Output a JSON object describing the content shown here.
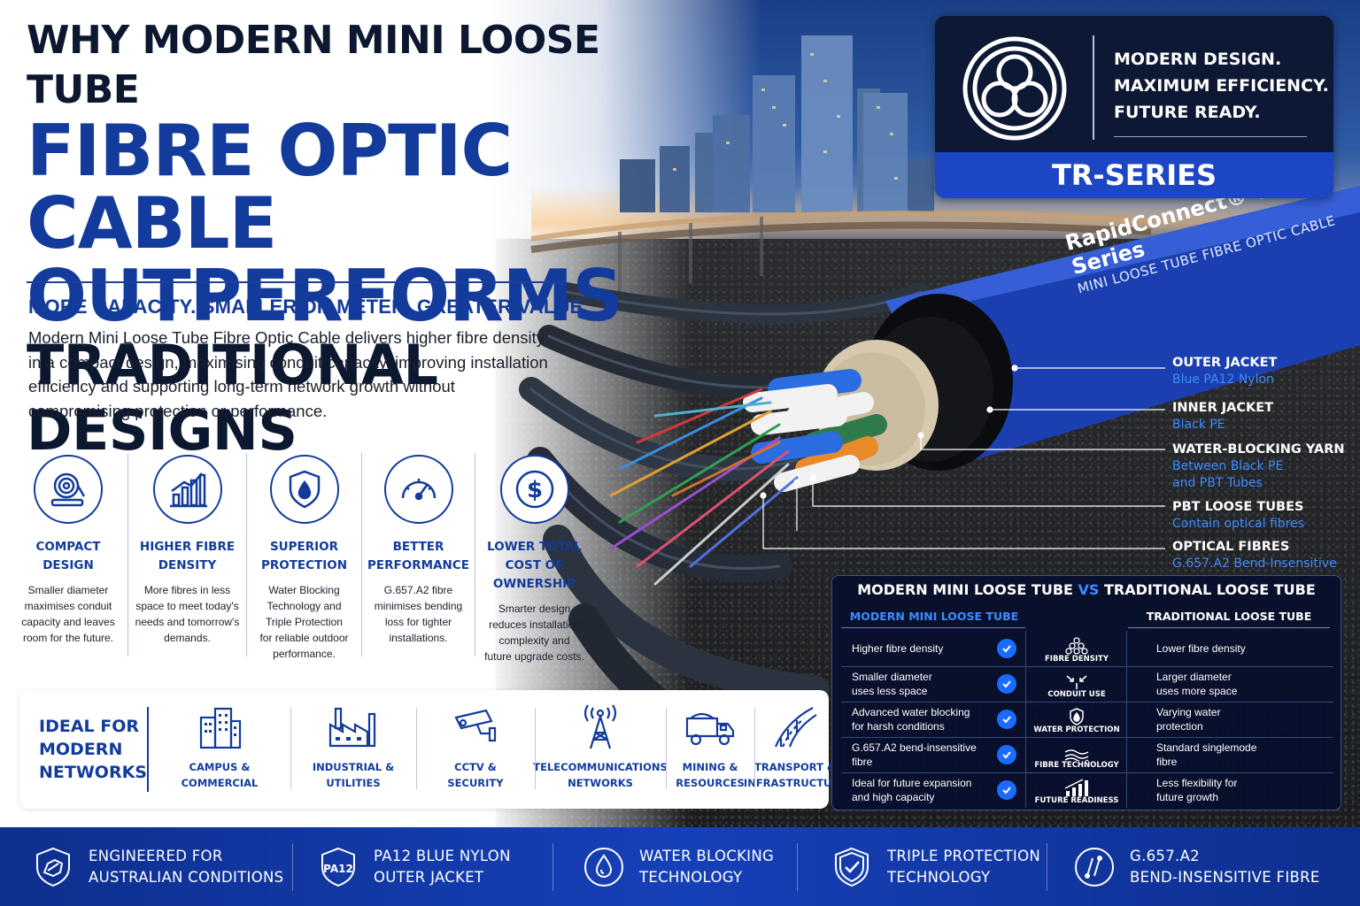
{
  "headline": {
    "line1": "WHY MODERN MINI LOOSE TUBE",
    "line2": "FIBRE OPTIC CABLE",
    "line3": "OUTPERFORMS",
    "line4": "TRADITIONAL DESIGNS"
  },
  "tagline": "MORE CAPACITY. SMALLER DIAMETER. GREATER VALUE.",
  "intro": "Modern Mini Loose Tube Fibre Optic Cable delivers higher fibre density in a compact design, maximising conduit capacity, improving installation efficiency and supporting long-term network growth without compromising protection or performance.",
  "features": [
    {
      "icon": "cable-reel-icon",
      "title": "COMPACT\nDESIGN",
      "desc": "Smaller diameter\nmaximises conduit\ncapacity and leaves\nroom for the future."
    },
    {
      "icon": "bar-chart-growth-icon",
      "title": "HIGHER FIBRE\nDENSITY",
      "desc": "More fibres in less\nspace to meet today's\nneeds and tomorrow's\ndemands."
    },
    {
      "icon": "shield-drop-icon",
      "title": "SUPERIOR\nPROTECTION",
      "desc": "Water Blocking\nTechnology and\nTriple Protection\nfor reliable outdoor\nperformance."
    },
    {
      "icon": "speedometer-icon",
      "title": "BETTER\nPERFORMANCE",
      "desc": "G.657.A2 fibre\nminimises bending\nloss for tighter\ninstallations."
    },
    {
      "icon": "dollar-coin-icon",
      "title": "LOWER TOTAL\nCOST OF OWNERSHIP",
      "desc": "Smarter design\nreduces installation\ncomplexity and\nfuture upgrade costs."
    }
  ],
  "ideal": {
    "title": "IDEAL FOR\nMODERN\nNETWORKS",
    "items": [
      {
        "icon": "office-building-icon",
        "label": "CAMPUS &\nCOMMERCIAL"
      },
      {
        "icon": "factory-icon",
        "label": "INDUSTRIAL &\nUTILITIES"
      },
      {
        "icon": "cctv-camera-icon",
        "label": "CCTV &\nSECURITY"
      },
      {
        "icon": "radio-tower-icon",
        "label": "TELECOMMUNICATIONS\nNETWORKS"
      },
      {
        "icon": "mining-truck-icon",
        "label": "MINING &\nRESOURCES"
      },
      {
        "icon": "road-icon",
        "label": "TRANSPORT &\nINFRASTRUCTURE"
      }
    ]
  },
  "tr_box": {
    "lines": [
      "MODERN DESIGN.",
      "MAXIMUM EFFICIENCY.",
      "FUTURE READY."
    ],
    "series": "TR-SERIES",
    "logo_icon": "three-tube-logo-icon"
  },
  "cable": {
    "brand": "RapidConnect® TR-Series",
    "subtitle": "MINI LOOSE TUBE FIBRE OPTIC CABLE"
  },
  "callouts": [
    {
      "title": "OUTER JACKET",
      "sub": "Blue PA12 Nylon"
    },
    {
      "title": "INNER JACKET",
      "sub": "Black PE"
    },
    {
      "title": "WATER-BLOCKING YARN",
      "sub": "Between Black PE\nand PBT Tubes"
    },
    {
      "title": "PBT LOOSE TUBES",
      "sub": "Contain optical fibres"
    },
    {
      "title": "OPTICAL FIBRES",
      "sub": "G.657.A2 Bend-Insensitive"
    }
  ],
  "comparison": {
    "title_a": "MODERN MINI LOOSE TUBE",
    "title_vs": "VS",
    "title_b": "TRADITIONAL LOOSE TUBE",
    "col_left": "MODERN MINI LOOSE TUBE",
    "col_right": "TRADITIONAL LOOSE TUBE",
    "rows": [
      {
        "left": "Higher fibre density",
        "mid": "FIBRE DENSITY",
        "mid_icon": "fibre-dots-icon",
        "right": "Lower fibre density"
      },
      {
        "left": "Smaller diameter\nuses less space",
        "mid": "CONDUIT USE",
        "mid_icon": "compress-arrows-icon",
        "right": "Larger diameter\nuses more space"
      },
      {
        "left": "Advanced water blocking\nfor harsh conditions",
        "mid": "WATER PROTECTION",
        "mid_icon": "shield-drop-icon",
        "right": "Varying water\nprotection"
      },
      {
        "left": "G.657.A2 bend-insensitive fibre",
        "mid": "FIBRE TECHNOLOGY",
        "mid_icon": "fibre-waves-icon",
        "right": "Standard singlemode\nfibre"
      },
      {
        "left": "Ideal for future expansion\nand high capacity",
        "mid": "FUTURE READINESS",
        "mid_icon": "growth-bars-icon",
        "right": "Less flexibility for\nfuture growth"
      }
    ]
  },
  "bottom_bar": [
    {
      "icon": "shield-map-icon",
      "text": "ENGINEERED FOR\nAUSTRALIAN CONDITIONS"
    },
    {
      "icon": "pa12-shield-icon",
      "icon_text": "PA12",
      "text": "PA12 BLUE NYLON\nOUTER JACKET"
    },
    {
      "icon": "water-drop-icon",
      "text": "WATER BLOCKING\nTECHNOLOGY"
    },
    {
      "icon": "shield-check-icon",
      "text": "TRIPLE PROTECTION\nTECHNOLOGY"
    },
    {
      "icon": "bend-fibre-icon",
      "text": "G.657.A2\nBEND-INSENSITIVE FIBRE"
    }
  ],
  "colors": {
    "brand_blue": "#123b9c",
    "accent_blue": "#3d8cff",
    "navy": "#0d1835",
    "bar_blue": "#1640b8"
  }
}
